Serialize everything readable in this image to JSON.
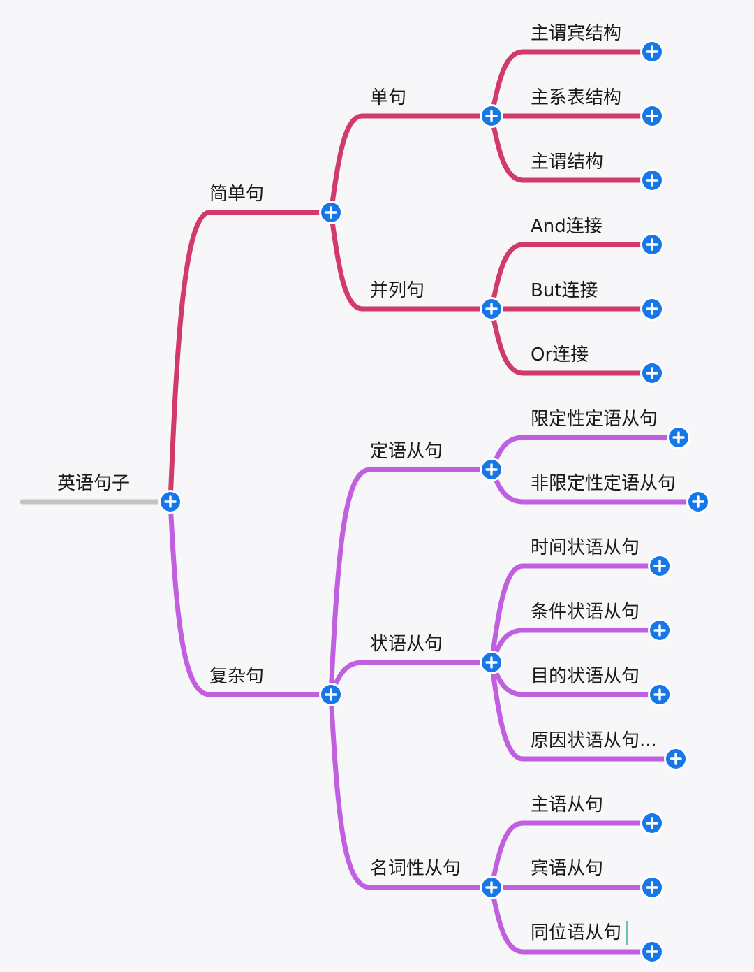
{
  "colors": {
    "background": "#f7f7f9",
    "root_line": "#c4c4c4",
    "simple_branch": "#d23a6a",
    "complex_branch": "#c060e0",
    "expand_button": "#1677e8",
    "text": "#1a1a1a"
  },
  "icons": {
    "expand": "plus-circle-icon"
  },
  "root": {
    "label": "英语句子",
    "children": [
      {
        "label": "简单句",
        "color": "simple_branch",
        "children": [
          {
            "label": "单句",
            "children": [
              {
                "label": "主谓宾结构"
              },
              {
                "label": "主系表结构"
              },
              {
                "label": "主谓结构"
              }
            ]
          },
          {
            "label": "并列句",
            "children": [
              {
                "label": "And连接"
              },
              {
                "label": "But连接"
              },
              {
                "label": "Or连接"
              }
            ]
          }
        ]
      },
      {
        "label": "复杂句",
        "color": "complex_branch",
        "children": [
          {
            "label": "定语从句",
            "children": [
              {
                "label": "限定性定语从句"
              },
              {
                "label": "非限定性定语从句"
              }
            ]
          },
          {
            "label": "状语从句",
            "children": [
              {
                "label": "时间状语从句"
              },
              {
                "label": "条件状语从句"
              },
              {
                "label": "目的状语从句"
              },
              {
                "label": "原因状语从句..."
              }
            ]
          },
          {
            "label": "名词性从句",
            "children": [
              {
                "label": "主语从句"
              },
              {
                "label": "宾语从句"
              },
              {
                "label": "同位语从句"
              }
            ]
          }
        ]
      }
    ]
  }
}
